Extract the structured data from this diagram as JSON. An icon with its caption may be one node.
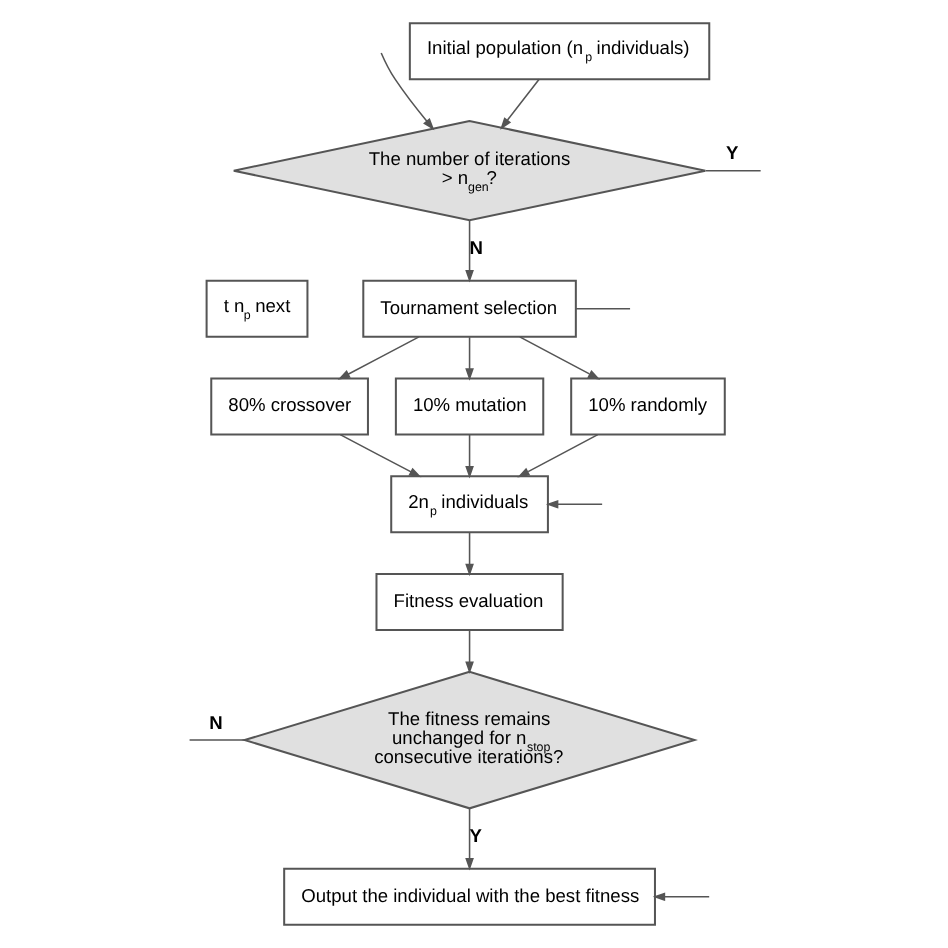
{
  "diagram": {
    "nodes": [
      {
        "text": [
          "Initial population (n$_{p}$ individuals)"
        ]
      },
      {
        "text": [
          "The number of iterations > n$_{gen}$?"
        ]
      },
      {
        "text": [
          "Tournament selection"
        ]
      },
      {
        "text": [
          "80% crossover"
        ]
      },
      {
        "text": [
          "10% mutation"
        ]
      },
      {
        "text": [
          "10% randomly"
        ]
      },
      {
        "text": [
          "2n$_{p}$ individuals"
        ]
      },
      {
        "text": [
          "Fitness evaluation"
        ]
      },
      {
        "text": [
          "The fitness remains unchanged for n$_{stop}$ consecutive iterations?"
        ]
      },
      {
        "text": [
          "Output the individual with the best fitness"
        ]
      },
      {
        "text": [
          "t n$_{p}$ next"
        ]
      }
    ],
    "edges": [
      {
        "from": 0,
        "to": 1,
        "arrow": "to"
      },
      {
        "from": null,
        "to": 1,
        "arrow": "to"
      },
      {
        "from": 1,
        "to": null,
        "arrow": "none",
        "label": "Y"
      },
      {
        "from": 1,
        "to": 2,
        "arrow": "to",
        "label": "N"
      },
      {
        "from": 2,
        "to": null,
        "arrow": "none"
      },
      {
        "from": 2,
        "to": 3,
        "arrow": "to"
      },
      {
        "from": 2,
        "to": 4,
        "arrow": "to"
      },
      {
        "from": 2,
        "to": 5,
        "arrow": "to"
      },
      {
        "from": 3,
        "to": 6,
        "arrow": "to"
      },
      {
        "from": 4,
        "to": 6,
        "arrow": "to"
      },
      {
        "from": 5,
        "to": 6,
        "arrow": "to"
      },
      {
        "from": null,
        "to": 6,
        "arrow": "to"
      },
      {
        "from": 6,
        "to": 7,
        "arrow": "to"
      },
      {
        "from": 7,
        "to": 8,
        "arrow": "to"
      },
      {
        "from": 8,
        "to": 9,
        "arrow": "to",
        "label": "Y"
      },
      {
        "from": 8,
        "to": null,
        "arrow": "none",
        "label": "N"
      },
      {
        "from": null,
        "to": 9,
        "arrow": "to"
      }
    ]
  }
}
